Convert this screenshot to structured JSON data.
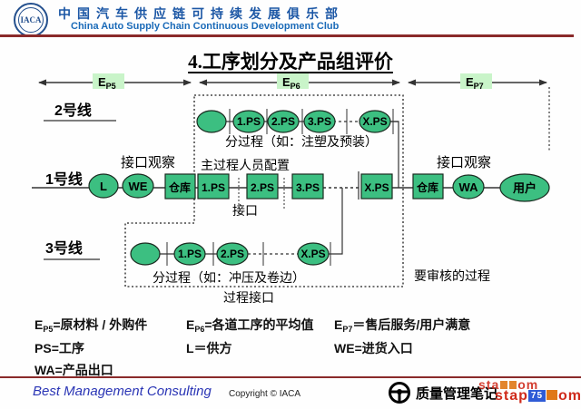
{
  "colors": {
    "shape_green": "#3cbf81",
    "ep_highlight_green": "#c9f4c9",
    "rule_maroon": "#8a2a2a",
    "header_blue": "#1c57a5",
    "footer_blue": "#2a35b5",
    "watermark_red": "#cf2a1b"
  },
  "header": {
    "logo_text": "IACA",
    "title_cn": "中国汽车供应链可持续发展俱乐部",
    "title_en": "China Auto Supply Chain Continuous Development Club"
  },
  "slide": {
    "title": "4.工序划分及产品组评价"
  },
  "diagram": {
    "ep5": {
      "main": "E",
      "sub": "P5"
    },
    "ep6": {
      "main": "E",
      "sub": "P6"
    },
    "ep7": {
      "main": "E",
      "sub": "P7"
    },
    "line2": {
      "label": "2号线",
      "ps": [
        "1.PS",
        "2.PS",
        "3.PS",
        "X.PS"
      ],
      "caption": "分过程（如：注塑及预装）"
    },
    "line1": {
      "label": "1号线",
      "interface_obs_left": "接口观察",
      "staffing": "主过程人员配置",
      "l": "L",
      "we": "WE",
      "warehouse_left": "仓库",
      "ps": [
        "1.PS",
        "2.PS",
        "3.PS",
        "X.PS"
      ],
      "interface": "接口",
      "warehouse_right": "仓库",
      "wa": "WA",
      "user": "用户",
      "interface_obs_right": "接口观察"
    },
    "line3": {
      "label": "3号线",
      "ps": [
        "1.PS",
        "2.PS",
        "X.PS"
      ],
      "caption": "分过程（如：冲压及卷边）",
      "process_interface": "过程接口"
    },
    "audit_note": "要审核的过程"
  },
  "legend": {
    "items": [
      {
        "main": "E",
        "sub": "P5",
        "rest": "=原材料 / 外购件"
      },
      {
        "main": "E",
        "sub": "P6",
        "rest": "=各道工序的平均值"
      },
      {
        "main": "E",
        "sub": "P7",
        "rest": "＝售后服务/用户满意"
      },
      {
        "main": "PS",
        "sub": "",
        "rest": "=工序"
      },
      {
        "main": "L",
        "sub": "",
        "rest": "＝供方"
      },
      {
        "main": "WE",
        "sub": "",
        "rest": "=进货入口"
      },
      {
        "main": "WA",
        "sub": "",
        "rest": "=产品出口"
      }
    ]
  },
  "footer": {
    "left": "Best Management Consulting",
    "copyright": "Copyright © IACA",
    "brand": "质量管理笔记",
    "watermark": {
      "a": "sta",
      "b": "om",
      "c": "stap",
      "page": "75",
      "d": "om"
    }
  }
}
